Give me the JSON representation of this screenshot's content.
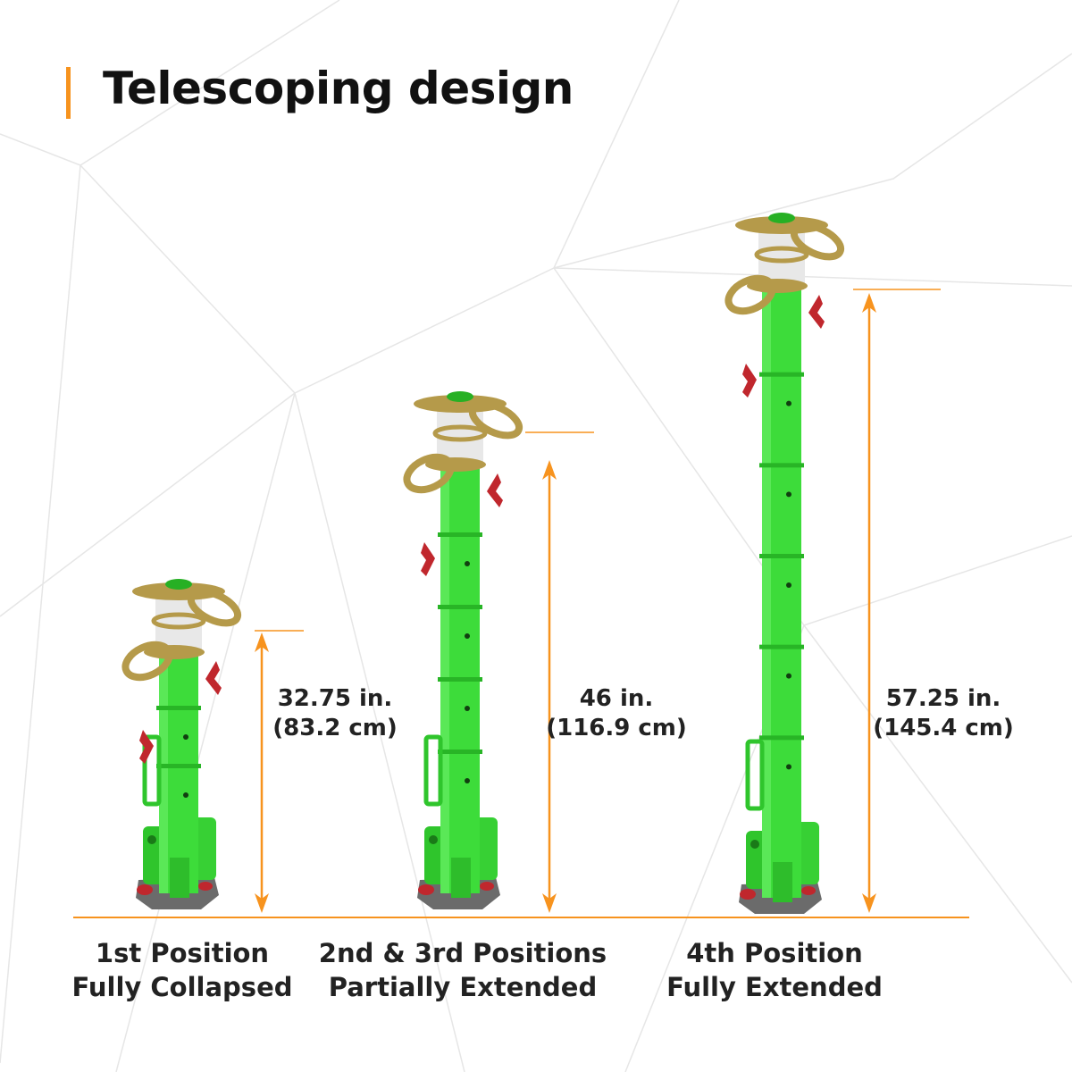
{
  "title": "Telescoping design",
  "colors": {
    "accent": "#f7931e",
    "post_green": "#3ddc3a",
    "gold": "#b59a4a",
    "handle_red": "#c0272d",
    "base_gray": "#6b6b6b"
  },
  "positions": [
    {
      "measure_in": "32.75 in.",
      "measure_cm": "(83.2 cm)",
      "caption_line1": "1st Position",
      "caption_line2": "Fully Collapsed"
    },
    {
      "measure_in": "46 in.",
      "measure_cm": "(116.9 cm)",
      "caption_line1": "2nd & 3rd Positions",
      "caption_line2": "Partially Extended"
    },
    {
      "measure_in": "57.25 in.",
      "measure_cm": "(145.4 cm)",
      "caption_line1": "4th Position",
      "caption_line2": "Fully Extended"
    }
  ]
}
